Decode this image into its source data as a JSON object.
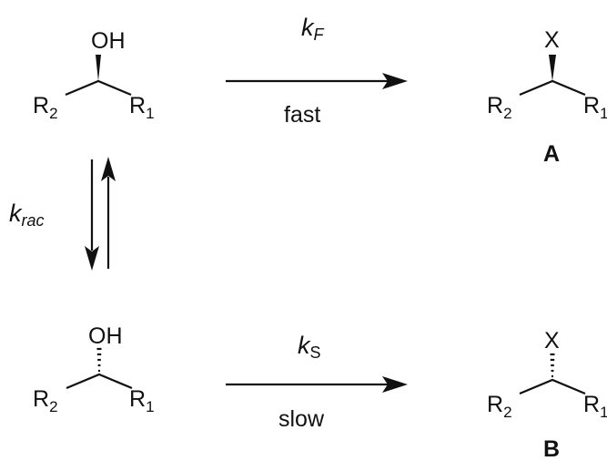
{
  "scheme": {
    "top_left": {
      "top": "OH",
      "left_base": "R",
      "left_sub": "2",
      "right_base": "R",
      "right_sub": "1"
    },
    "bottom_left": {
      "top": "OH",
      "left_base": "R",
      "left_sub": "2",
      "right_base": "R",
      "right_sub": "1"
    },
    "top_right": {
      "top": "X",
      "left_base": "R",
      "left_sub": "2",
      "right_base": "R",
      "right_sub": "1",
      "label": "A"
    },
    "bottom_right": {
      "top": "X",
      "left_base": "R",
      "left_sub": "2",
      "right_base": "R",
      "right_sub": "1",
      "label": "B"
    },
    "fast_arrow": {
      "rate_base": "k",
      "rate_sub": "F",
      "condition": "fast"
    },
    "slow_arrow": {
      "rate_base": "k",
      "rate_sub": "S",
      "condition": "slow"
    },
    "equilibrium": {
      "rate_base": "k",
      "rate_sub": "rac"
    }
  },
  "colors": {
    "ink": "#111111",
    "background": "#ffffff"
  }
}
